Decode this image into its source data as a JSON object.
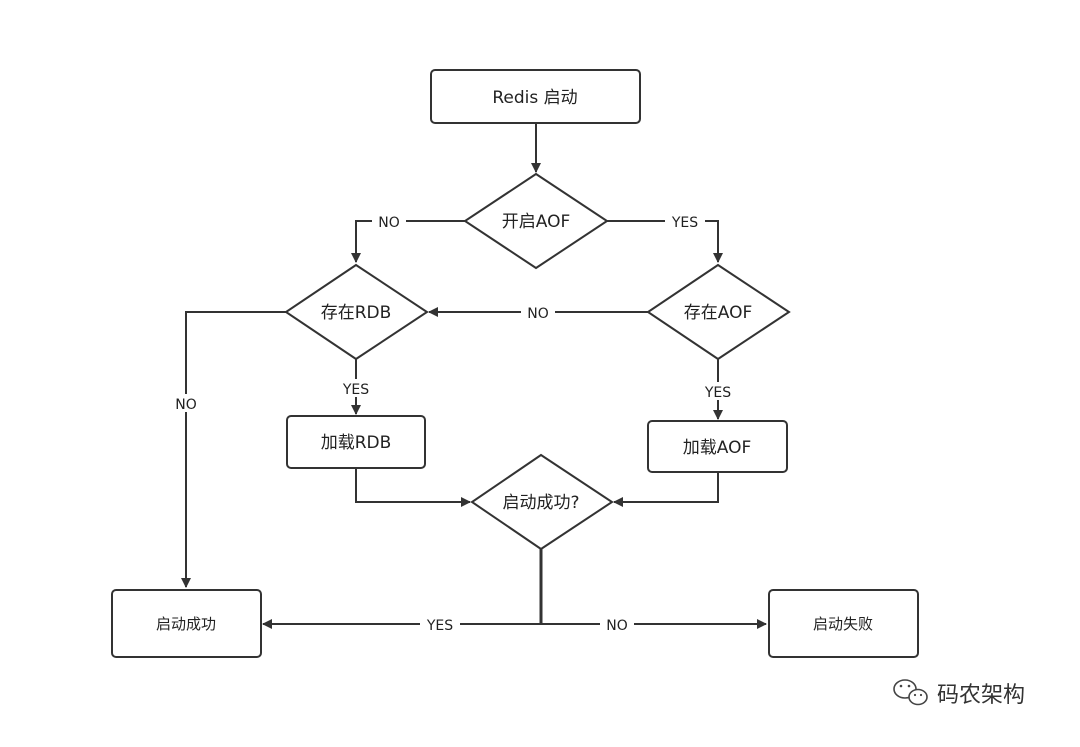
{
  "nodes": {
    "redis_start": "Redis 启动",
    "aof_enabled": "开启AOF",
    "rdb_exists": "存在RDB",
    "aof_exists": "存在AOF",
    "load_rdb": "加载RDB",
    "load_aof": "加载AOF",
    "start_ok_check": "启动成功?",
    "start_success": "启动成功",
    "start_fail": "启动失败"
  },
  "edges": {
    "aof_no": "NO",
    "aof_yes": "YES",
    "aof_exists_no": "NO",
    "rdb_exists_yes": "YES",
    "aof_exists_yes": "YES",
    "rdb_exists_no": "NO",
    "check_yes": "YES",
    "check_no": "NO"
  },
  "watermark": {
    "text": "码农架构",
    "icon": "wechat-icon"
  },
  "colors": {
    "stroke": "#333333",
    "fill": "#ffffff",
    "text": "#222222"
  }
}
